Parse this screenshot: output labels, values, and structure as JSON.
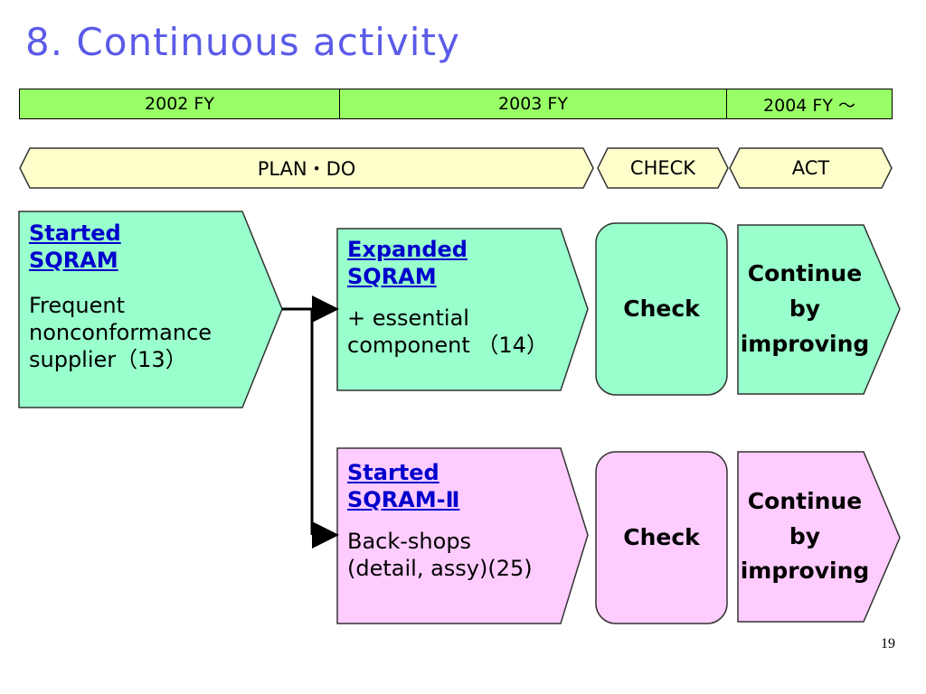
{
  "title": "8. Continuous activity",
  "fiscal_years": [
    {
      "label": "2002 FY"
    },
    {
      "label": "2003 FY"
    },
    {
      "label": "2004 FY ～"
    }
  ],
  "phases": [
    {
      "label": "PLAN・DO"
    },
    {
      "label": "CHECK"
    },
    {
      "label": "ACT"
    }
  ],
  "boxes": {
    "started_sqram": {
      "link_line1": "Started",
      "link_line2": "SQRAM",
      "desc_line1": "Frequent",
      "desc_line2": "nonconformance",
      "desc_line3": "supplier（13）"
    },
    "expanded_sqram": {
      "link_line1": "Expanded",
      "link_line2": "SQRAM",
      "desc_line1": "+ essential",
      "desc_line2": "component （14）"
    },
    "started_sqram2": {
      "link_line1": "Started",
      "link_line2": "SQRAM-Ⅱ",
      "desc_line1": "Back-shops",
      "desc_line2": "(detail, assy)(25)"
    },
    "check_top": {
      "label": "Check"
    },
    "check_bottom": {
      "label": "Check"
    },
    "continue_top": {
      "line1": "Continue",
      "line2": "by",
      "line3": "improving"
    },
    "continue_bottom": {
      "line1": "Continue",
      "line2": "by",
      "line3": "improving"
    }
  },
  "page_number": "19",
  "colors": {
    "title": "#5b5be8",
    "fy_bar": "#99ff66",
    "phase_fill": "#ffffcc",
    "green_box": "#99ffcc",
    "pink_box": "#ffccff",
    "link": "#0000cc"
  }
}
